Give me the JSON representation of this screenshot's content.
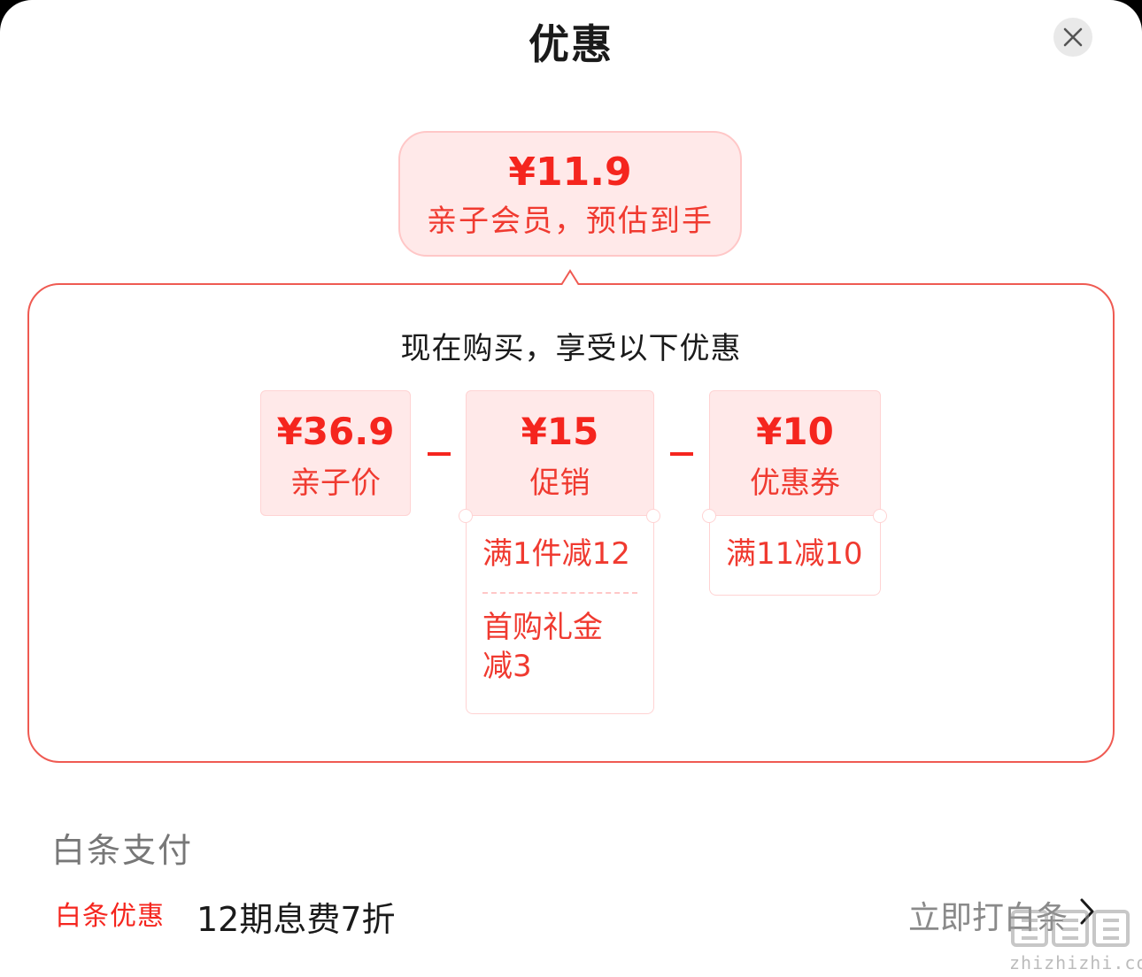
{
  "header": {
    "title": "优惠"
  },
  "estimate": {
    "price": "¥11.9",
    "description": "亲子会员，预估到手"
  },
  "breakdown": {
    "heading": "现在购买，享受以下优惠",
    "base": {
      "amount": "¥36.9",
      "label": "亲子价"
    },
    "promotion": {
      "amount": "¥15",
      "label": "促销",
      "details": [
        "满1件减12",
        "首购礼金\n减3"
      ]
    },
    "coupon": {
      "amount": "¥10",
      "label": "优惠券",
      "details": [
        "满11减10"
      ]
    }
  },
  "payment": {
    "title": "白条支付",
    "tag": "白条优惠",
    "offer": "12期息费7折",
    "link": "立即打白条"
  },
  "watermark": {
    "text": "zhizhizhi.com"
  },
  "colors": {
    "accent": "#f5251e",
    "light_bg": "#ffe9e9",
    "border": "#ef5a52"
  },
  "icons": {
    "close": "close-icon",
    "arrow": "chevron-right-icon"
  }
}
